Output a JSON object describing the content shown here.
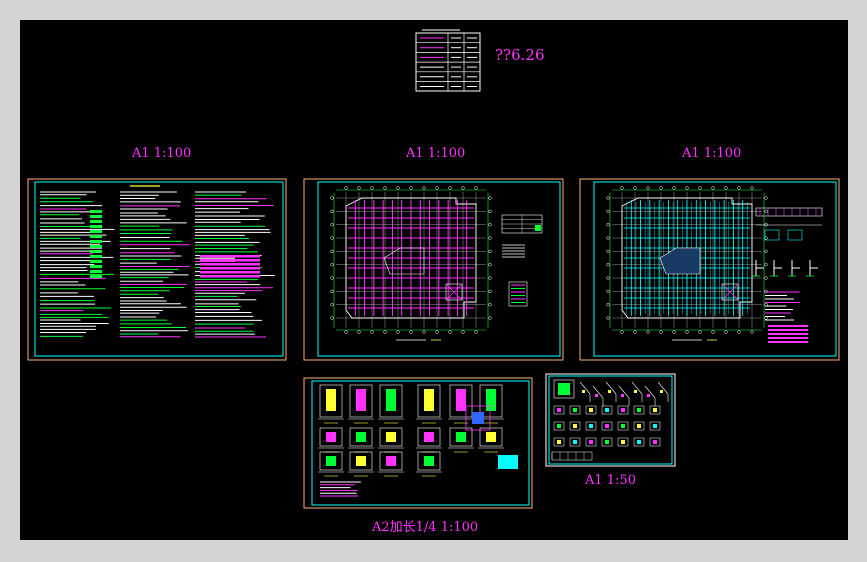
{
  "drawing": {
    "colors": {
      "background": "#000000",
      "frame": "#ffb070",
      "border": "#00ffff",
      "label": "#ff33ff",
      "green": "#00ff33",
      "white": "#ffffff",
      "yellow": "#ffff33",
      "magenta": "#ff33ff",
      "blue": "#3366ff"
    },
    "revision_note": "??6.26",
    "sheets": [
      {
        "id": "sheet-1",
        "scale_label": "A1 1:100",
        "content": "notes"
      },
      {
        "id": "sheet-2",
        "scale_label": "A1 1:100",
        "content": "plan-a"
      },
      {
        "id": "sheet-3",
        "scale_label": "A1 1:100",
        "content": "plan-b"
      },
      {
        "id": "sheet-4",
        "scale_label": "A2加长1/4 1:100",
        "content": "details-a"
      },
      {
        "id": "sheet-5",
        "scale_label": "A1 1:50",
        "content": "details-b"
      }
    ],
    "title_table": {
      "rows": 6,
      "cols": 3
    }
  }
}
